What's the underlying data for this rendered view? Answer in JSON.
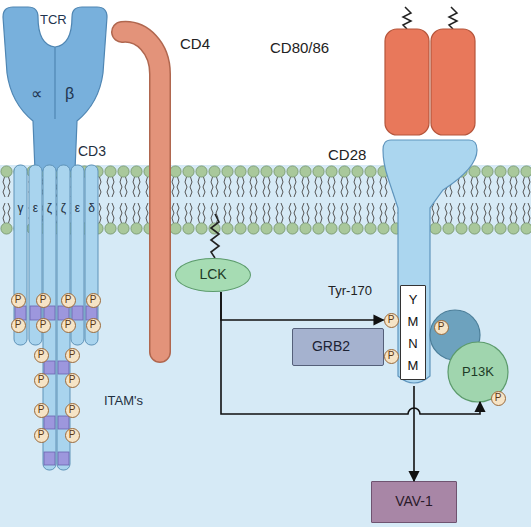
{
  "diagram": {
    "nodes": [
      {
        "text": [
          "TCR",
          "∝",
          "β"
        ]
      },
      {
        "text": [
          "CD4"
        ]
      },
      {
        "text": [
          "CD80/86"
        ]
      },
      {
        "text": [
          "CD28"
        ]
      },
      {
        "text": [
          "CD3",
          "γ",
          "ε",
          "ζ",
          "ζ",
          "ε",
          "δ",
          "ITAM's"
        ]
      },
      {
        "text": [
          "LCK"
        ]
      },
      {
        "text": [
          "Y M N M"
        ],
        "in": 3
      },
      {
        "text": [
          "GRB2"
        ]
      },
      {
        "text": [
          "P13K"
        ]
      },
      {
        "text": [
          "VAV-1"
        ]
      },
      {
        "text": [
          "P"
        ]
      },
      {
        "text": [
          "P"
        ]
      },
      {
        "text": [
          "P"
        ]
      },
      {
        "text": [
          "P"
        ]
      },
      {
        "text": [
          "P"
        ],
        "in": 4
      },
      {
        "text": [
          "P"
        ],
        "in": 4
      },
      {
        "text": [
          "P"
        ],
        "in": 4
      },
      {
        "text": [
          "P"
        ],
        "in": 4
      },
      {
        "text": [
          "P"
        ],
        "in": 4
      },
      {
        "text": [
          "P"
        ],
        "in": 4
      },
      {
        "text": [
          "P"
        ],
        "in": 4
      },
      {
        "text": [
          "P"
        ],
        "in": 4
      },
      {
        "text": [
          "P"
        ],
        "in": 4
      },
      {
        "text": [
          "P"
        ],
        "in": 4
      },
      {
        "text": [
          "P"
        ],
        "in": 4
      },
      {
        "text": [
          "P"
        ],
        "in": 4
      },
      {
        "text": [
          "P"
        ],
        "in": 4
      },
      {
        "text": [
          "P"
        ],
        "in": 4
      },
      {
        "text": [
          "P"
        ],
        "in": 4
      },
      {
        "text": [
          "P"
        ],
        "in": 4
      }
    ],
    "edges": [
      {
        "from": 5,
        "to": 10,
        "arrow": "to"
      },
      {
        "from": 5,
        "to": 8,
        "arrow": "to"
      },
      {
        "from": 3,
        "to": 9,
        "arrow": "to"
      }
    ],
    "labels": [
      "Tyr-170"
    ]
  }
}
